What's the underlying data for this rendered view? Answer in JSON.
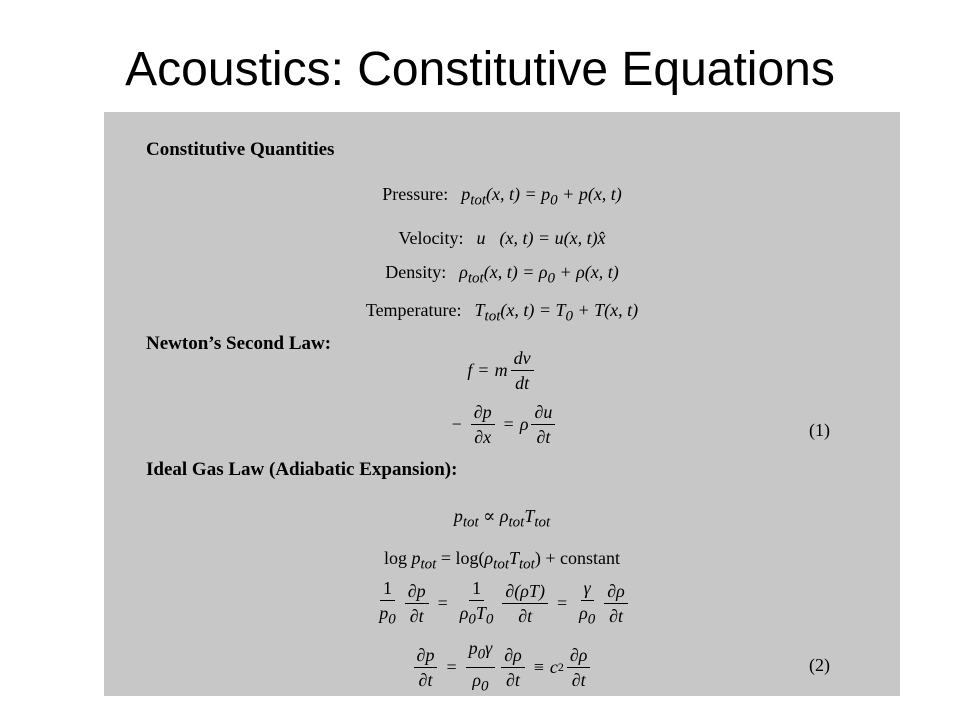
{
  "slide": {
    "title": "Acoustics: Constitutive Equations"
  },
  "sections": {
    "constitutive": {
      "heading": "Constitutive Quantities",
      "pressure": {
        "label": "Pressure:",
        "expr": "p_tot(x, t) = p_0 + p(x, t)"
      },
      "velocity": {
        "label": "Velocity:",
        "expr": "u⃗(x, t) = u(x, t)x̂"
      },
      "density": {
        "label": "Density:",
        "expr": "ρ_tot(x, t) = ρ_0 + ρ(x, t)"
      },
      "temperature": {
        "label": "Temperature:",
        "expr": "T_tot(x, t) = T_0 + T(x, t)"
      }
    },
    "newton": {
      "heading": "Newton’s Second Law:",
      "eq_force": "f = m dv/dt",
      "eq_momentum": "−∂p/∂x = ρ ∂u/∂t",
      "eq_number": "(1)"
    },
    "gas": {
      "heading": "Ideal Gas Law (Adiabatic Expansion):",
      "eq_prop": "p_tot ∝ ρ_tot T_tot",
      "eq_log": "log p_tot = log(ρ_tot T_tot) + constant",
      "eq_diff": "1/p_0 ∂p/∂t = 1/(ρ_0 T_0) ∂(ρT)/∂t = γ/ρ_0 ∂ρ/∂t",
      "eq_final": "∂p/∂t = p_0γ/ρ_0 ∂ρ/∂t ≡ c² ∂ρ/∂t",
      "eq_number": "(2)"
    }
  }
}
